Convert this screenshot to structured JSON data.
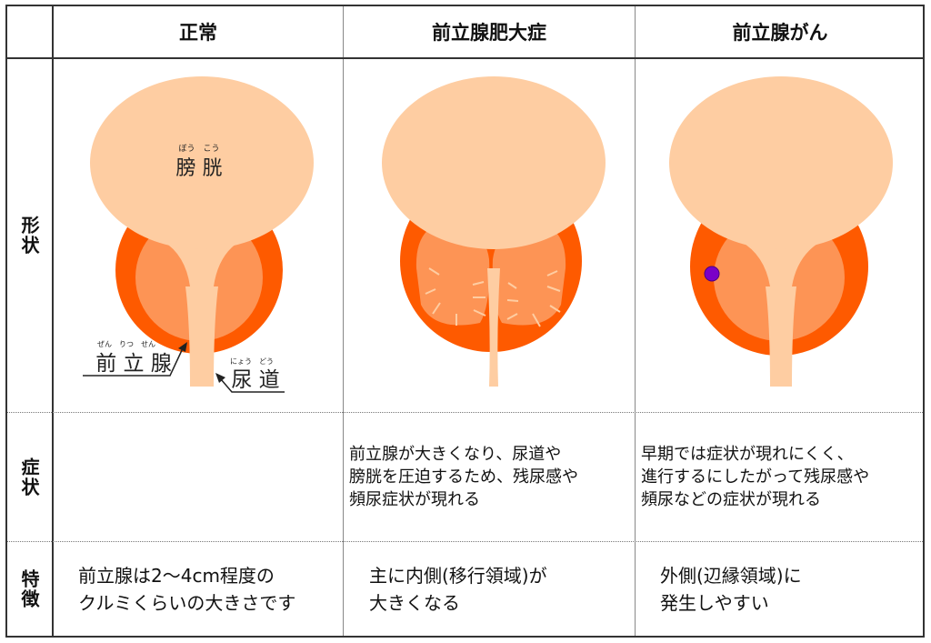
{
  "header": {
    "corner": "",
    "columns": [
      {
        "label": "正常"
      },
      {
        "label": "前立腺肥大症"
      },
      {
        "label": "前立腺がん"
      }
    ]
  },
  "rows": {
    "shape": {
      "label": "形状"
    },
    "symptoms": {
      "label": "症状"
    },
    "features": {
      "label": "特徴"
    }
  },
  "diagram_labels": {
    "bladder": {
      "kanji": "膀 胱",
      "ruby": "ぼう　こう"
    },
    "prostate": {
      "kanji": "前 立 腺",
      "ruby": "ぜん　りつ　せん"
    },
    "urethra": {
      "kanji": "尿 道",
      "ruby": "にょう　どう"
    }
  },
  "symptoms": {
    "normal": "",
    "bph": "前立腺が大きくなり、尿道や\n膀胱を圧迫するため、残尿感や\n頻尿症状が現れる",
    "cancer": "早期では症状が現れにくく、\n進行するにしたがって残尿感や\n頻尿などの症状が現れる"
  },
  "features": {
    "normal": "前立腺は2～4cm程度の\nクルミくらいの大きさです",
    "bph": "主に内側(移行領域)が\n大きくなる",
    "cancer": "外側(辺縁領域)に\n発生しやすい"
  },
  "colors": {
    "bladder": "#FECDA2",
    "prostate_outer": "#FE5A00",
    "prostate_inner": "#FD9455",
    "tumor": "#7A00C8",
    "arrows": "#FECDA2",
    "border": "#333333"
  }
}
